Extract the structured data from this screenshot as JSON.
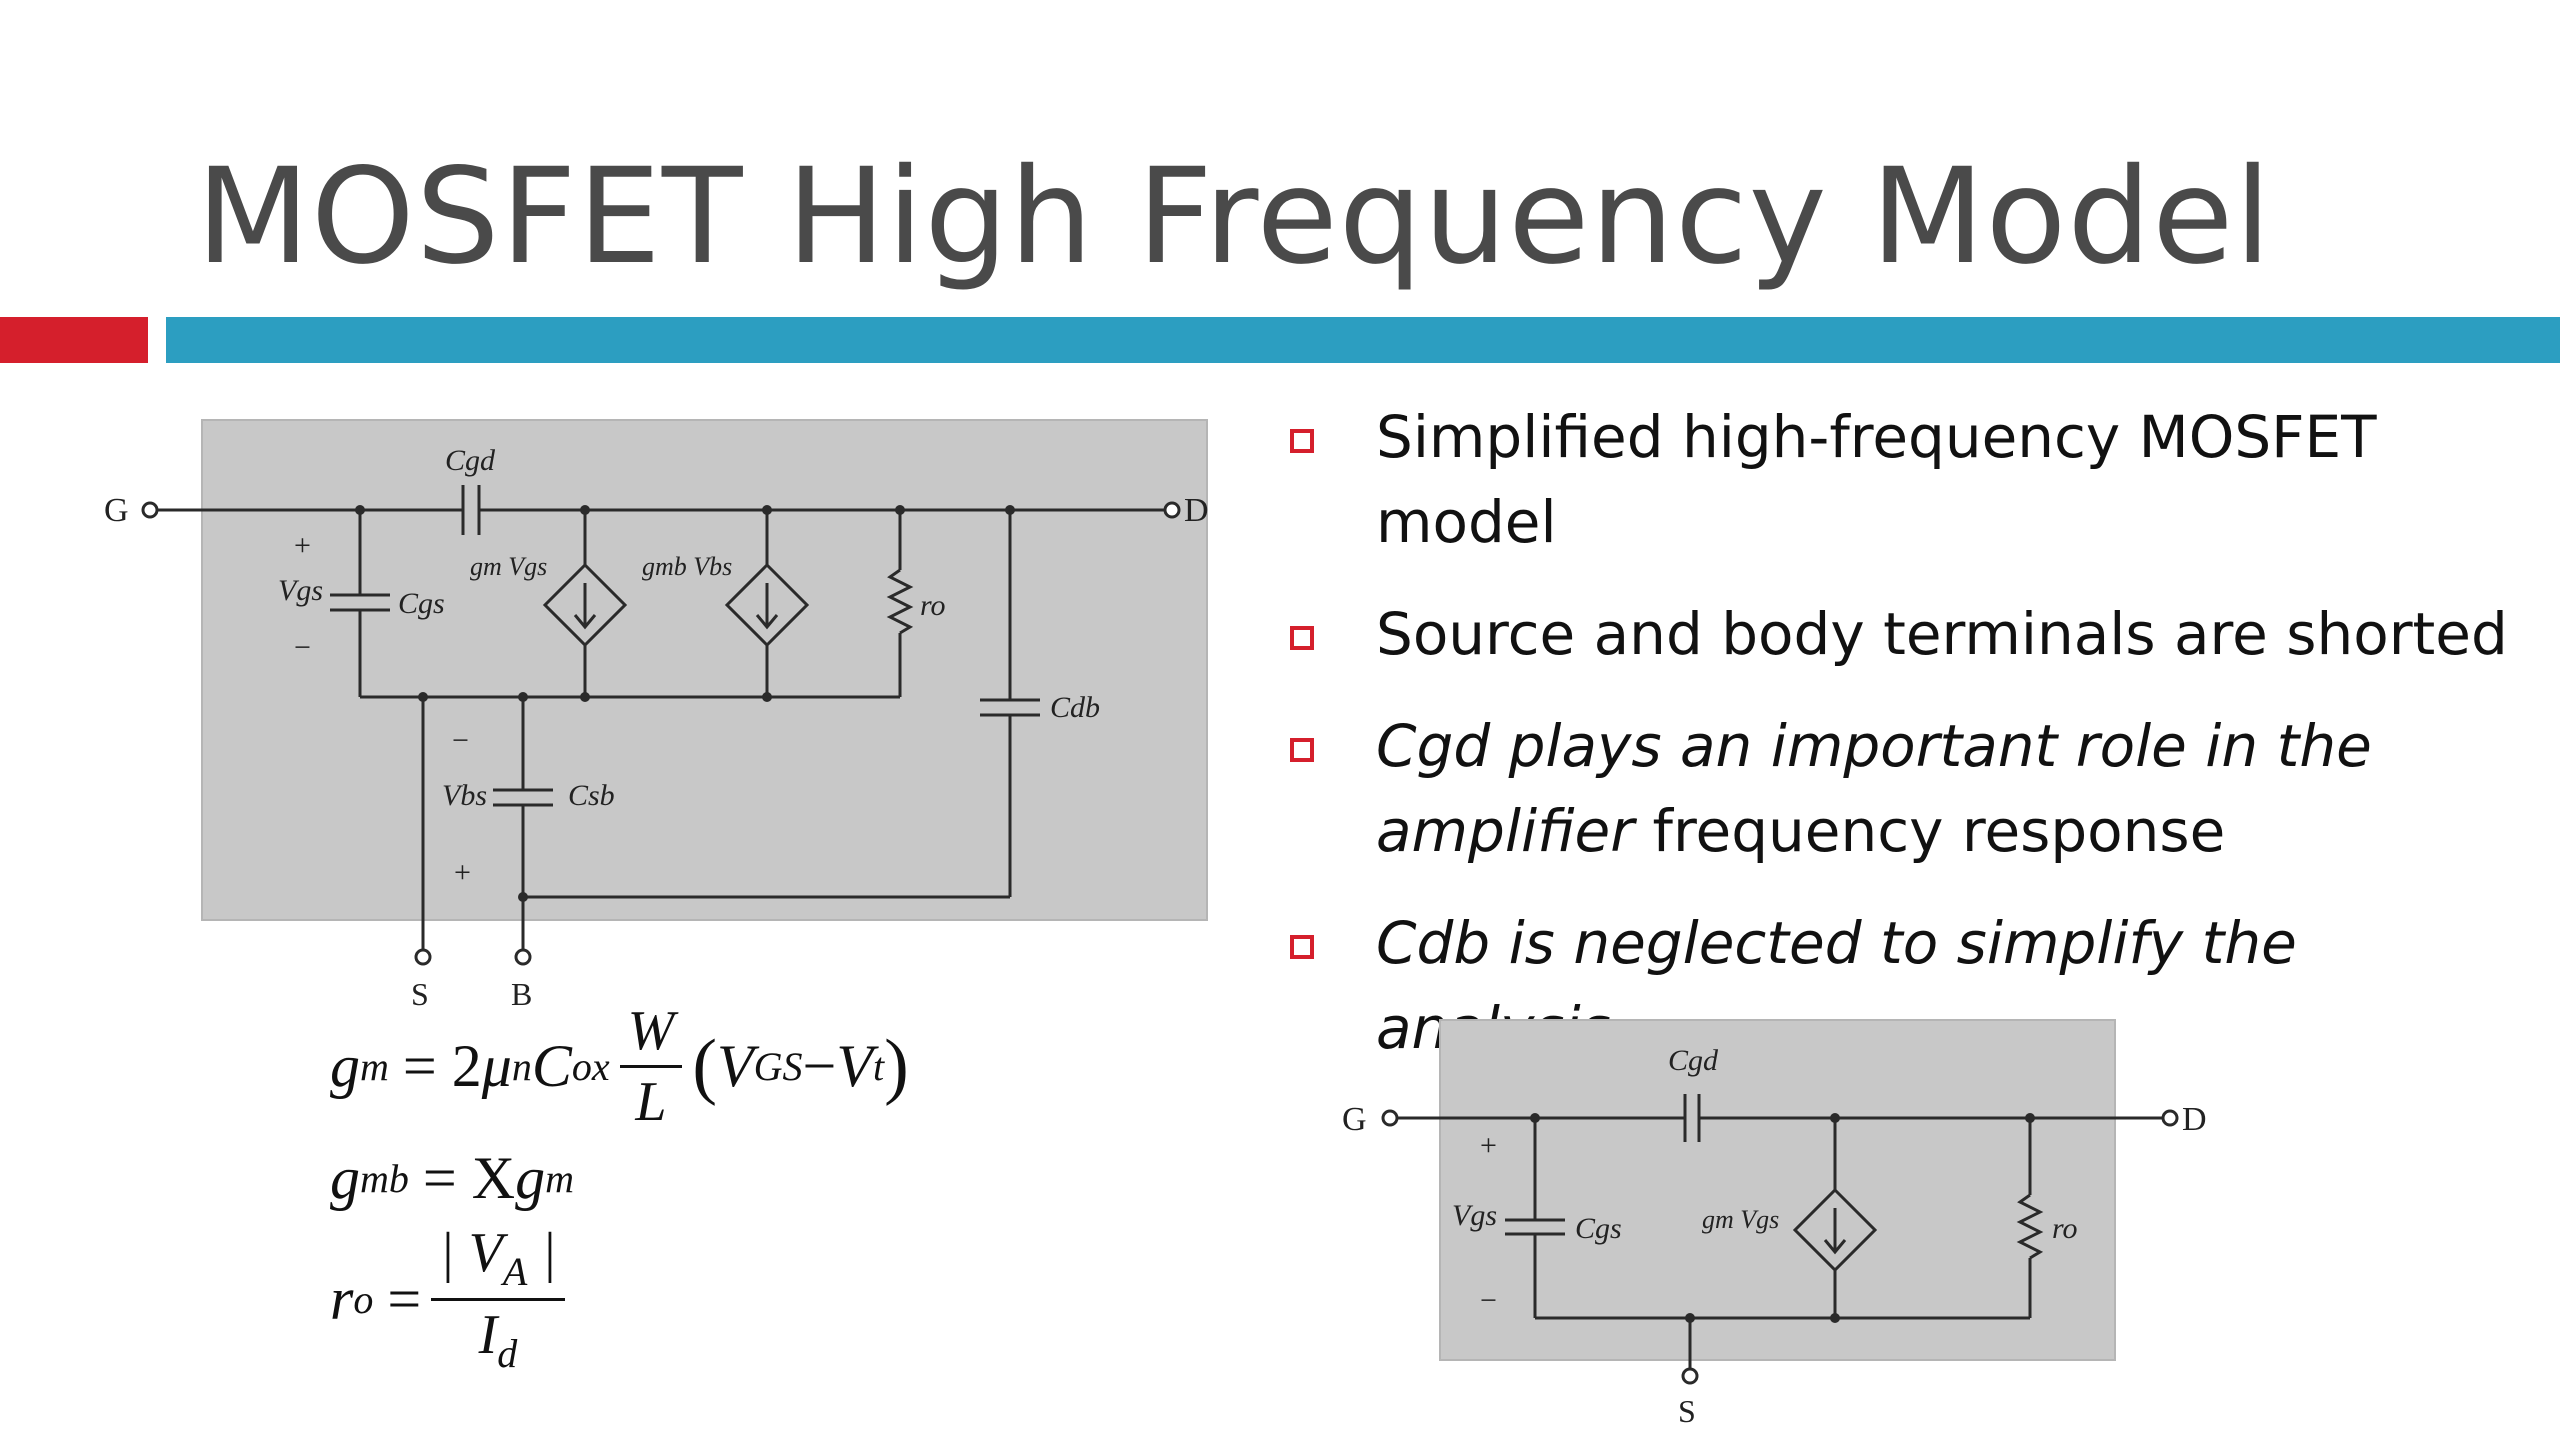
{
  "slide": {
    "title": "MOSFET High Frequency Model"
  },
  "bullets": [
    {
      "text": "Simplified high-frequency MOSFET model",
      "italic_prefix": "",
      "rest": ""
    },
    {
      "text": "Source and body terminals are shorted",
      "italic_prefix": "",
      "rest": ""
    },
    {
      "text": "",
      "italic_prefix": "Cgd plays an important role in the amplifier",
      "rest": " frequency response"
    },
    {
      "text": "",
      "italic_prefix": "Cdb is neglected to simplify the analysis",
      "rest": ""
    }
  ],
  "circuit_full": {
    "terminal_g": "G",
    "terminal_d": "D",
    "terminal_s": "S",
    "terminal_b": "B",
    "plus": "+",
    "minus": "−",
    "cgd": "Cgd",
    "cgs": "Cgs",
    "vgs": "Vgs",
    "gm_vgs": "gm Vgs",
    "gmb_vbs": "gmb Vbs",
    "ro": "ro",
    "cdb": "Cdb",
    "vbs": "Vbs",
    "csb": "Csb"
  },
  "circuit_simple": {
    "terminal_g": "G",
    "terminal_d": "D",
    "terminal_s": "S",
    "plus": "+",
    "minus": "−",
    "cgd": "Cgd",
    "cgs": "Cgs",
    "vgs": "Vgs",
    "gm_vgs": "gm Vgs",
    "ro": "ro"
  },
  "formulas": {
    "gm": {
      "lhs": "g",
      "lhs_sub": "m",
      "eq": "= 2",
      "mu": "μ",
      "mu_sub": "n",
      "c": "C",
      "c_sub": "ox",
      "num": "W",
      "den": "L",
      "vgs": "V",
      "vgs_sub": "GS",
      "minus": " − ",
      "vt": "V",
      "vt_sub": "t"
    },
    "gmb": {
      "lhs": "g",
      "lhs_sub": "mb",
      "eq": "= X",
      "g": "g",
      "g_sub": "m"
    },
    "ro": {
      "lhs": "r",
      "lhs_sub": "o",
      "eq": "=",
      "num": "| V",
      "num_sub": "A",
      "num_end": " |",
      "den": "I",
      "den_sub": "d"
    }
  },
  "colors": {
    "title": "#4a4a4a",
    "accent_red": "#d51f2c",
    "accent_blue": "#2c9ec1",
    "circuit_bg": "#c8c8c8"
  }
}
